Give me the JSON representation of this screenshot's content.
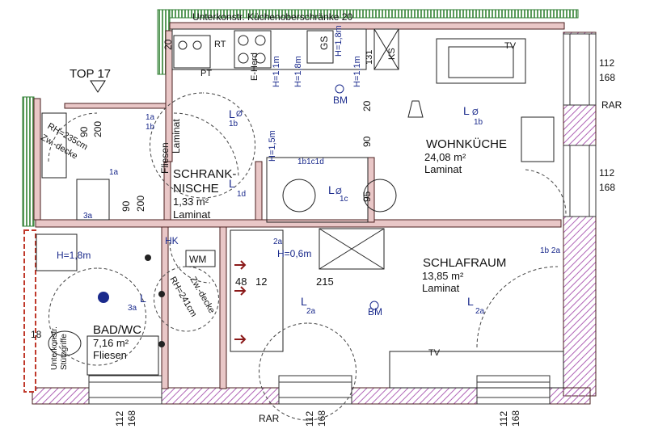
{
  "header": {
    "top_label": "TOP 17",
    "kitchen_cabinets": "Unterkonstr. Küchenoberschränke 20"
  },
  "rooms": {
    "living": {
      "name": "WOHNKÜCHE",
      "area": "24,08 m²",
      "floor": "Laminat"
    },
    "closet": {
      "name1": "SCHRANK-",
      "name2": "NISCHE",
      "area": "1,33 m²",
      "floor": "Laminat"
    },
    "bedroom": {
      "name": "SCHLAFRAUM",
      "area": "13,85 m²",
      "floor": "Laminat"
    },
    "bath": {
      "name": "BAD/WC",
      "area": "7,16 m²",
      "floor": "Fliesen"
    },
    "hall": {
      "floor1": "Fliesen",
      "floor2": "Laminat"
    }
  },
  "appliances": {
    "dw": "GS",
    "wm": "WM",
    "tv1": "TV",
    "tv2": "TV",
    "bm1": "BM",
    "bm2": "BM",
    "hk": "HK",
    "rt": "RT",
    "pt": "PT",
    "ef": "E-Herd",
    "ks": "KS"
  },
  "dimensions": {
    "window_w": "112",
    "window_h": "168",
    "d90a": "90",
    "d200a": "200",
    "d90b": "90",
    "d200b": "200",
    "d90c": "90",
    "d95": "95",
    "d20a": "20",
    "d20b": "20",
    "d48": "48",
    "d12": "12",
    "d215": "215",
    "d131": "131",
    "d18": "18",
    "h11a": "H=1,1m",
    "h18a": "H=1,8m",
    "h18b": "H=1,8m",
    "h11b": "H=1,1m",
    "h15": "H=1,5m",
    "h06": "H=0,6m",
    "h18c": "H=1,8m",
    "rh235": "RH=235cm",
    "zw1": "Zw.-decke",
    "rh241": "RH=241cm",
    "zw2": "Zw.-decke",
    "sub": "Unterkonstr.",
    "sub2": "Stützgriffe"
  },
  "labels": {
    "rar": "RAR",
    "lamp": "L",
    "phi": "Ø",
    "c1a": "1a",
    "c1b": "1b",
    "c1c": "1c",
    "c1d": "1d",
    "c2a": "2a",
    "c3a": "3a",
    "c1b2a": "1b 2a",
    "c1b1c1d": "1b1c1d"
  },
  "colors": {
    "wall": "#e9c7c7",
    "wall_stroke": "#4a1f1f",
    "ext_wall": "#d6b4d9",
    "green": "#2e7d32",
    "blue": "#1a2a8c"
  }
}
